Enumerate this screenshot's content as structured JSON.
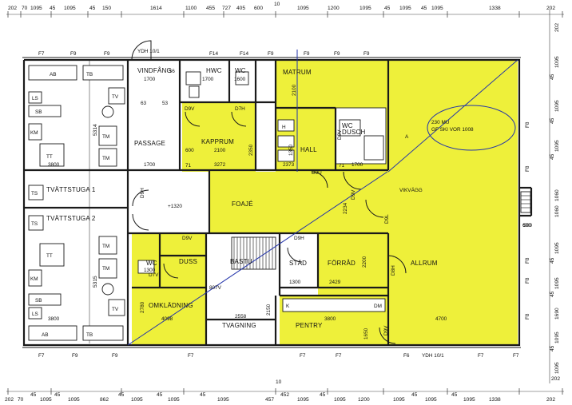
{
  "dims_top": [
    "202",
    "70",
    "1095",
    "45",
    "1095",
    "45",
    "150",
    "1614",
    "1100",
    "455",
    "727",
    "405",
    "600",
    "10",
    "1095",
    "1200",
    "1095",
    "45",
    "1095",
    "45",
    "1095",
    "1338",
    "202"
  ],
  "dims_bottom": [
    "202",
    "70",
    "45",
    "1095",
    "45",
    "1095",
    "862",
    "45",
    "1095",
    "45",
    "1095",
    "45",
    "1095",
    "10",
    "457",
    "452",
    "1095",
    "45",
    "1095",
    "1200",
    "1095",
    "45",
    "1095",
    "45",
    "1095",
    "1338",
    "202"
  ],
  "dims_left": [
    "5314",
    "5315"
  ],
  "dims_right": [
    "202",
    "1095",
    "45",
    "1095",
    "45",
    "1095",
    "45",
    "1060",
    "1060",
    "500",
    "1095",
    "45",
    "1095",
    "45",
    "1690",
    "1095",
    "45",
    "1095",
    "202"
  ],
  "window_marks": {
    "f7": "F7",
    "f8": "F8",
    "f9": "F9",
    "f14": "F14",
    "f6": "F6"
  },
  "door_labels": {
    "d9v": "D9V",
    "d7h": "D7H",
    "d9h": "D9H",
    "d7v": "D7V",
    "d9l": "D9L",
    "d8h": "D8H",
    "d9u": "D9U"
  },
  "misc": {
    "ydh": "YDH 10/1",
    "ydh2": "YDH 10/1",
    "s6": "S6",
    "n63": "63",
    "n53": "53",
    "k1320": "+1320",
    "mu_area": "230 MU",
    "mu_ref": "GF SKI VOR 1008",
    "a_mark": "A",
    "vikvagg": "VIKVÄGG"
  },
  "rooms": {
    "vindfang": "VINDFÅNG",
    "hwc": "HWC",
    "wc1": "WC",
    "matrum": "MATRUM",
    "wc_dusch_1": "WC",
    "wc_dusch_2": "DUSCH",
    "kapprum": "KAPPRUM",
    "hall": "HALL",
    "passage": "PASSAGE",
    "tvattstuga1": "TVÄTTSTUGA  1",
    "tvattstuga2": "TVÄTTSTUGA  2",
    "foaje": "FOAJÉ",
    "bastu": "BASTU",
    "stad": "STÄD",
    "forrad": "FÖRRÅD",
    "allrum": "ALLRUM",
    "wc2": "WC",
    "duss": "DUSS",
    "omkladning": "OMKLÄDNING",
    "tvagning": "TVAGNING",
    "pentry": "PENTRY"
  },
  "room_dims": {
    "vindfang_w": "1700",
    "hwc_w": "1700",
    "wc1_w": "1600",
    "matrum_h": "2100",
    "kapprum_w": "2100",
    "kapprum_l": "600",
    "kapprum_b": "3272",
    "hall_b": "2373",
    "hall_r": "1700",
    "passage_b": "1700",
    "tv1_b": "3800",
    "tv2_b": "3800",
    "k1350": "1350",
    "k2350": "2350",
    "k2234": "2234",
    "stad_b": "1300",
    "forrad_b": "2429",
    "forrad_r": "2200",
    "pentry_b": "3800",
    "allrum_b": "4700",
    "omk_b": "4098",
    "bastu_b": "2558",
    "b2150": "2150",
    "b2780": "2780",
    "wc2_b": "1300",
    "d807": "807V",
    "p1650": "1650",
    "p600": "600",
    "n71": "71"
  },
  "fixtures": {
    "ab": "AB",
    "tb": "TB",
    "ls": "LS",
    "sb": "SB",
    "km": "KM",
    "tt": "TT",
    "tv": "TV",
    "tm": "TM",
    "ts": "TS",
    "k": "K",
    "dm": "DM",
    "h": "H"
  }
}
